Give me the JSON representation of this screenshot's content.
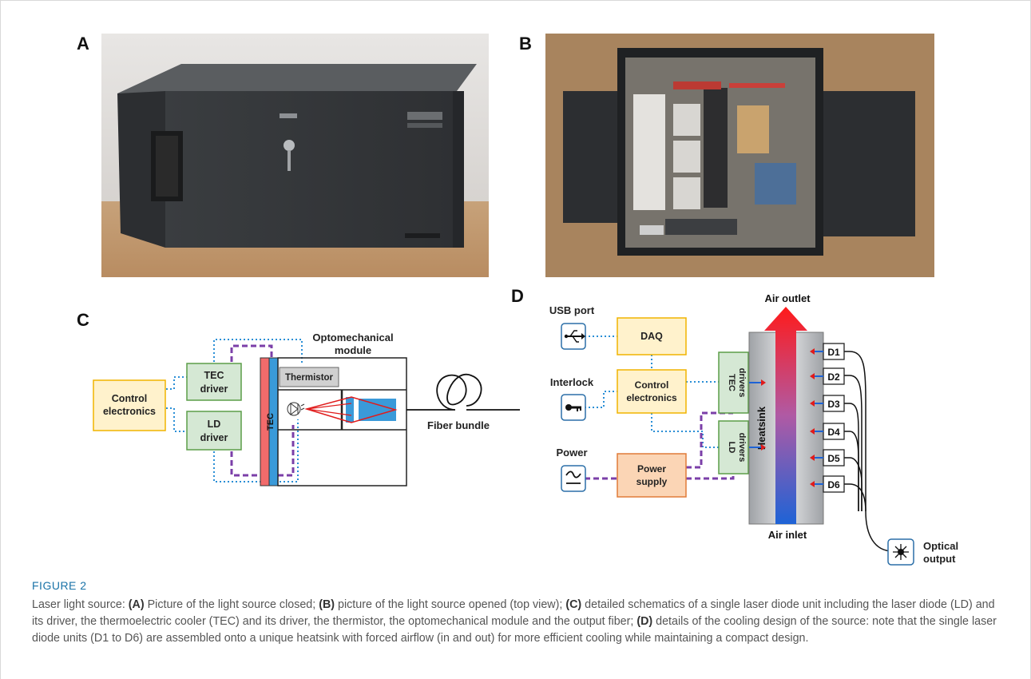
{
  "panels": {
    "a": "A",
    "b": "B",
    "c": "C",
    "d": "D"
  },
  "panel_c": {
    "control_electronics": [
      "Control",
      "electronics"
    ],
    "tec_driver": [
      "TEC",
      "driver"
    ],
    "ld_driver": [
      "LD",
      "driver"
    ],
    "tec": "TEC",
    "thermistor": "Thermistor",
    "optomechanical_module": [
      "Optomechanical",
      "module"
    ],
    "fiber_bundle": "Fiber bundle"
  },
  "panel_d": {
    "usb_port": "USB port",
    "interlock": "Interlock",
    "power": "Power",
    "daq": "DAQ",
    "control_electronics": [
      "Control",
      "electronics"
    ],
    "power_supply": [
      "Power",
      "supply"
    ],
    "tec_drivers": [
      "TEC",
      "drivers"
    ],
    "ld_drivers": [
      "LD",
      "drivers"
    ],
    "heatsink": "Heatsink",
    "air_outlet": "Air outlet",
    "air_inlet": "Air inlet",
    "diodes": [
      "D1",
      "D2",
      "D3",
      "D4",
      "D5",
      "D6"
    ],
    "optical_output": [
      "Optical",
      "output"
    ]
  },
  "caption": {
    "label": "FIGURE 2",
    "p1": "Laser light source: ",
    "b1": "(A)",
    "p2": " Picture of the light source closed; ",
    "b2": "(B)",
    "p3": " picture of the light source opened (top view); ",
    "b3": "(C)",
    "p4": " detailed schematics of a single laser diode unit including the laser diode (LD) and its driver, the thermoelectric cooler (TEC) and its driver, the thermistor, the optomechanical module and the output fiber; ",
    "b4": "(D)",
    "p5": " details of the cooling design of the source: note that the single laser diode units (D1 to D6) are assembled onto a unique heatsink with forced airflow (in and out) for more efficient cooling while maintaining a compact design."
  },
  "colors": {
    "yellow_fill": "#fff2cc",
    "yellow_stroke": "#f0b400",
    "green_fill": "#d5e8d4",
    "green_stroke": "#5c9e48",
    "orange_fill": "#fbd5b5",
    "orange_stroke": "#e07b39",
    "blue_dotted": "#2b8fd6",
    "purple_dashed": "#7b3fa8",
    "tec_red": "#f26b6b",
    "tec_blue": "#3a9ad9"
  }
}
